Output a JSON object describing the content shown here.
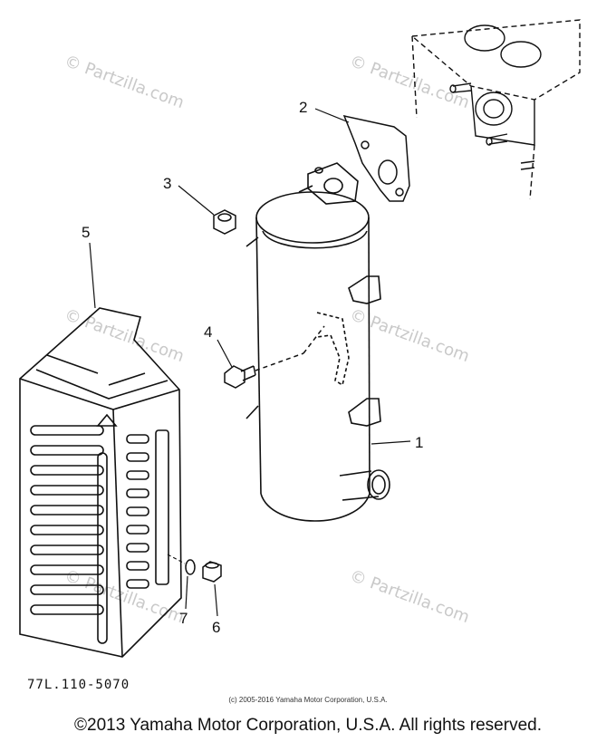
{
  "callouts": [
    "1",
    "2",
    "3",
    "4",
    "5",
    "6",
    "7"
  ],
  "watermark_text": "© Partzilla.com",
  "diagram_part_number": "77L.110-5070",
  "small_copyright": "(c) 2005-2016 Yamaha Motor Corporation, U.S.A.",
  "footer_copyright": "©2013 Yamaha Motor Corporation, U.S.A. All rights reserved."
}
